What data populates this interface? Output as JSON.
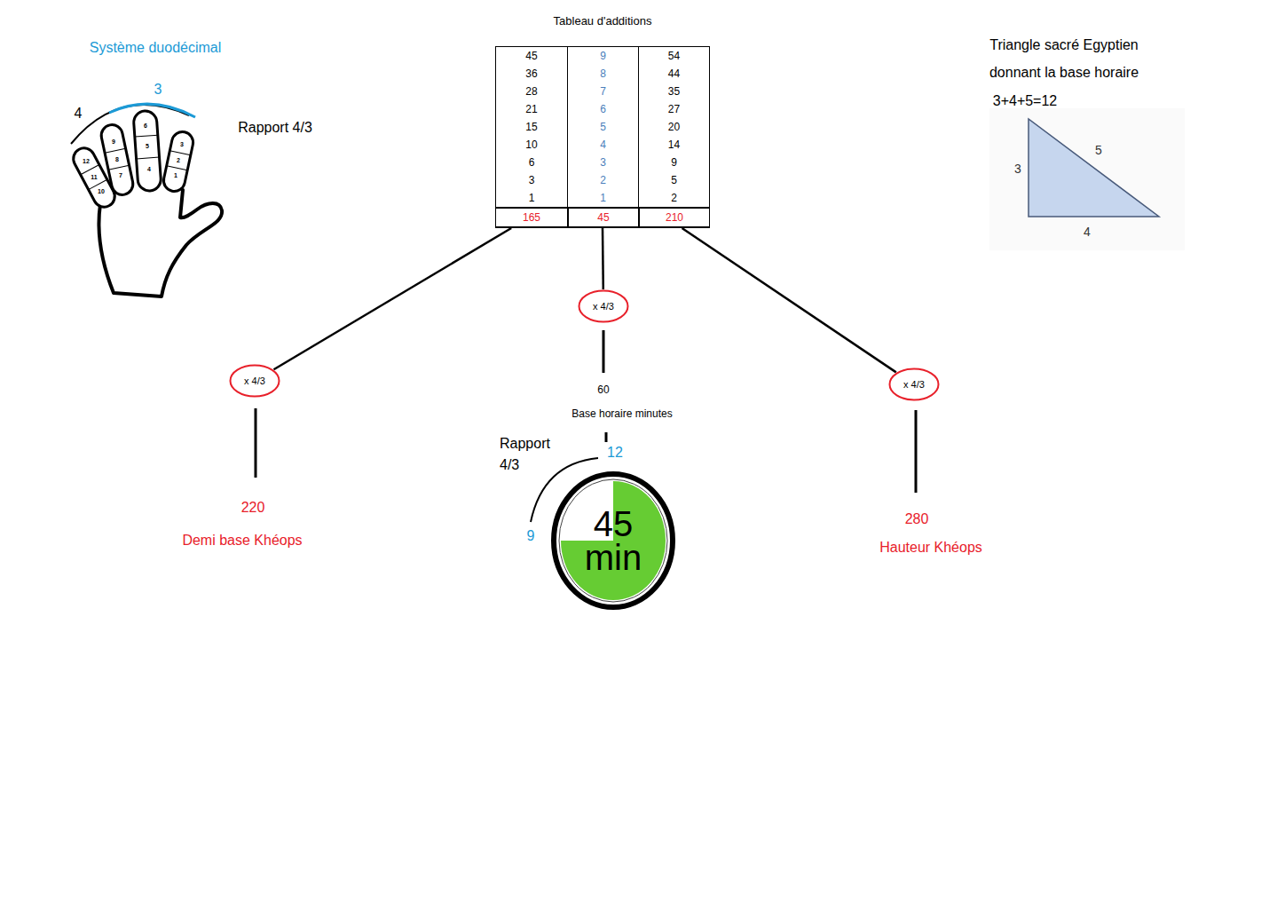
{
  "diagram": {
    "nodes": [
      {
        "text": [
          "Tableau d'additions",
          "45",
          "9",
          "54",
          "36",
          "8",
          "44",
          "28",
          "7",
          "35",
          "21",
          "6",
          "27",
          "15",
          "5",
          "20",
          "10",
          "4",
          "14",
          "6",
          "3",
          "9",
          "3",
          "2",
          "5",
          "1",
          "1",
          "2",
          "165",
          "45",
          "210"
        ]
      },
      {
        "text": [
          "x 4/3"
        ]
      },
      {
        "text": [
          "x 4/3"
        ]
      },
      {
        "text": [
          "x 4/3"
        ]
      },
      {
        "text": [
          "45 min"
        ]
      }
    ],
    "edges": [
      {
        "from": 0,
        "to": 1,
        "arrow": "none"
      },
      {
        "from": 0,
        "to": 2,
        "arrow": "none"
      },
      {
        "from": 0,
        "to": 3,
        "arrow": "none"
      }
    ],
    "labels": [
      "Système duodécimal",
      "4",
      "3",
      "1",
      "2",
      "3",
      "4",
      "5",
      "6",
      "7",
      "8",
      "9",
      "10",
      "11",
      "12",
      "Rapport 4/3",
      "Triangle sacré Egyptien donnant la base horaire",
      "3+4+5=12",
      "3",
      "5",
      "4",
      "60",
      "Base horaire minutes",
      "Rapport 4/3",
      "12",
      "9",
      "220",
      "Demi base Khéops",
      "280",
      "Hauteur Khéops"
    ]
  }
}
